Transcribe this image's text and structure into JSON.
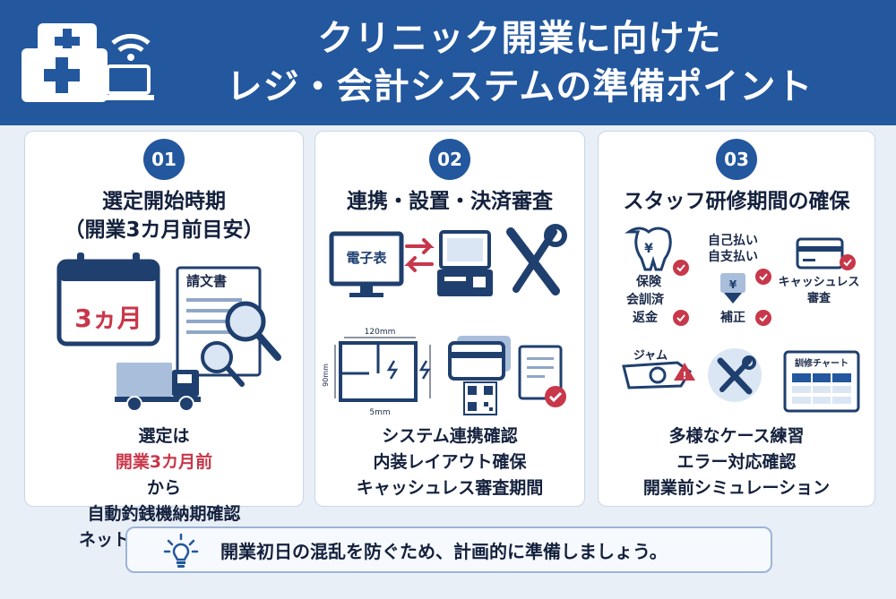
{
  "header": {
    "title_line1": "クリニック開業に向けた",
    "title_line2": "レジ・会計システムの準備ポイント",
    "logo_icon": "clinic-network-icon"
  },
  "colors": {
    "header_bg": "#23579e",
    "accent_red": "#c8374a",
    "page_bg": "#e9eff7"
  },
  "cards": [
    {
      "number": "01",
      "title_line1": "選定開始時期",
      "title_line2": "（開業3カ月前目安）",
      "illus": {
        "calendar_text": "3ヵ月",
        "document_text": "請文書"
      },
      "body_line1_pre": "選定は",
      "body_line1_highlight": "開業3カ月前",
      "body_line1_post": "から",
      "body_line2": "自動釣銭機納期確認",
      "body_line3": "ネットワーク設置準備"
    },
    {
      "number": "02",
      "title_line1": "連携・設置・決済審査",
      "illus": {
        "monitor_text": "電子表",
        "dimension_width": "120mm",
        "dimension_height": "90mm",
        "dimension_small": "5mm"
      },
      "body_line1": "システム連携確認",
      "body_line2": "内装レイアウト確保",
      "body_line3": "キャッシュレス審査期間"
    },
    {
      "number": "03",
      "title_line1": "スタッフ研修期間の確保",
      "illus": {
        "label_insurance": "保険",
        "label_self_pay_1": "自己払い",
        "label_self_pay_2": "自支払い",
        "label_cashless_1": "キャッシュレス",
        "label_cashless_2": "審査",
        "label_settled_1": "会訓済",
        "label_settled_2": "返金",
        "label_correction": "補正",
        "label_jam": "ジャム",
        "label_chart": "訓修チャート"
      },
      "body_line1": "多様なケース練習",
      "body_line2": "エラー対応確認",
      "body_line3": "開業前シミュレーション"
    }
  ],
  "tip": {
    "icon": "lightbulb-icon",
    "text": "開業初日の混乱を防ぐため、計画的に準備しましょう。"
  }
}
